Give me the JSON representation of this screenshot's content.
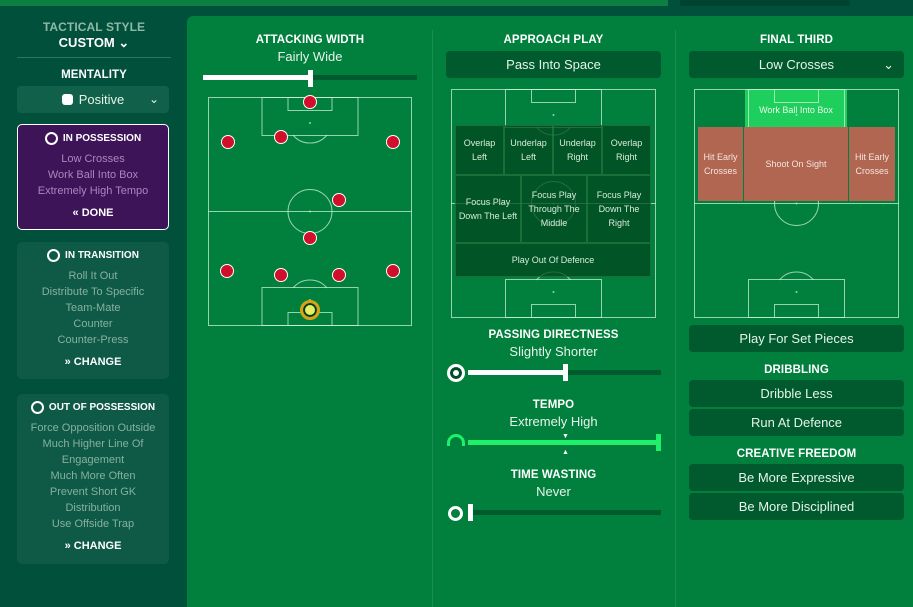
{
  "sidebar": {
    "tactical_style_label": "TACTICAL STYLE",
    "tactical_style_value": "CUSTOM",
    "mentality_label": "MENTALITY",
    "mentality_value": "Positive",
    "in_possession": {
      "title": "IN POSSESSION",
      "items": [
        "Low Crosses",
        "Work Ball Into Box",
        "Extremely High Tempo"
      ],
      "action": "DONE"
    },
    "in_transition": {
      "title": "IN TRANSITION",
      "items": [
        "Roll It Out",
        "Distribute To Specific",
        "Team-Mate",
        "Counter",
        "Counter-Press"
      ],
      "action": "CHANGE"
    },
    "out_of_possession": {
      "title": "OUT OF POSSESSION",
      "items": [
        "Force Opposition Outside",
        "Much Higher Line Of",
        "Engagement",
        "Much More Often",
        "Prevent Short GK",
        "Distribution",
        "Use Offside Trap"
      ],
      "action": "CHANGE"
    }
  },
  "attacking_width": {
    "title": "ATTACKING WIDTH",
    "value": "Fairly Wide",
    "level": 0.5
  },
  "approach_play": {
    "title": "APPROACH PLAY",
    "selected": "Pass Into Space",
    "zones": {
      "overlap_left": "Overlap Left",
      "underlap_left": "Underlap Left",
      "underlap_right": "Underlap Right",
      "overlap_right": "Overlap Right",
      "focus_left": "Focus Play Down The Left",
      "focus_middle": "Focus Play Through The Middle",
      "focus_right": "Focus Play Down The Right",
      "play_out": "Play Out Of Defence"
    }
  },
  "passing_directness": {
    "title": "PASSING DIRECTNESS",
    "value": "Slightly Shorter",
    "level": 0.5
  },
  "tempo": {
    "title": "TEMPO",
    "value": "Extremely High",
    "level": 1.0,
    "color": "#1ef06a"
  },
  "time_wasting": {
    "title": "TIME WASTING",
    "value": "Never",
    "level": 0.0
  },
  "final_third": {
    "title": "FINAL THIRD",
    "selected": "Low Crosses",
    "zones": {
      "work_ball": "Work Ball Into Box",
      "hit_early_left": "Hit Early Crosses",
      "shoot": "Shoot On Sight",
      "hit_early_right": "Hit Early Crosses"
    },
    "set_pieces": "Play For Set Pieces"
  },
  "dribbling": {
    "title": "DRIBBLING",
    "options": [
      "Dribble Less",
      "Run At Defence"
    ]
  },
  "creative_freedom": {
    "title": "CREATIVE FREEDOM",
    "options": [
      "Be More Expressive",
      "Be More Disciplined"
    ]
  }
}
